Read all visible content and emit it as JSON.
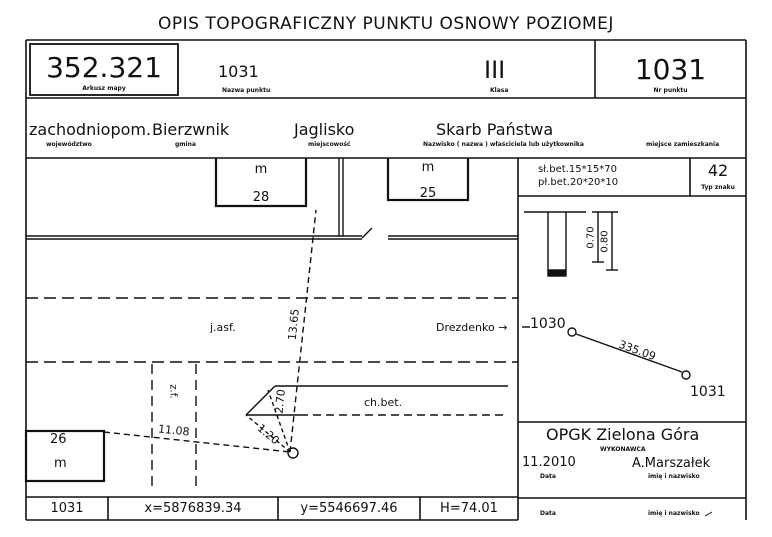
{
  "title": "OPIS TOPOGRAFICZNY PUNKTU OSNOWY POZIOMEJ",
  "header": {
    "sheet_value": "352.321",
    "sheet_caption": "Arkusz mapy",
    "point_name_value": "1031",
    "point_name_caption": "Nazwa punktu",
    "class_value": "III",
    "class_caption": "Klasa",
    "point_number_value": "1031",
    "point_number_caption": "Nr punktu"
  },
  "location": {
    "voivodeship": "zachodniopom.",
    "voivodeship_caption": "województwo",
    "commune": "Bierzwnik",
    "commune_caption": "gmina",
    "locality": "Jaglisko",
    "locality_caption": "miejscowość",
    "owner": "Skarb Państwa",
    "owner_caption": "Nazwisko ( nazwa ) właściciela lub użytkownika",
    "residence_caption": "miejsce zamieszkania"
  },
  "sketch": {
    "building_1_letter": "m",
    "building_1_number": "28",
    "building_2_letter": "m",
    "building_2_number": "25",
    "building_3_number": "26",
    "building_3_letter": "m",
    "road_label": "j.asf.",
    "direction_label": "Drezdenko →",
    "distance_1": "13.65",
    "distance_2": "2.70",
    "distance_3": "1.20",
    "distance_4": "11.08",
    "fence_label": "z.f.",
    "path_label": "ch.bet."
  },
  "marker": {
    "line1": "sł.bet.15*15*70",
    "line2": "pł.bet.20*20*10",
    "type_value": "42",
    "type_caption": "Typ znaku",
    "depth_1": "0.70",
    "depth_2": "0.80"
  },
  "orientation": {
    "from_point": "1030",
    "to_point": "1031",
    "distance": "335.09"
  },
  "executor": {
    "company": "OPGK Zielona Góra",
    "company_caption": "WYKONAWCA",
    "date": "11.2010",
    "date_caption": "Data",
    "name": "A.Marszałek",
    "name_caption": "imię i nazwisko"
  },
  "coords": {
    "point": "1031",
    "x": "x=5876839.34",
    "y": "y=5546697.46",
    "h": "H=74.01"
  },
  "footer": {
    "date_caption": "Data",
    "name_caption": "imię i nazwisko"
  }
}
